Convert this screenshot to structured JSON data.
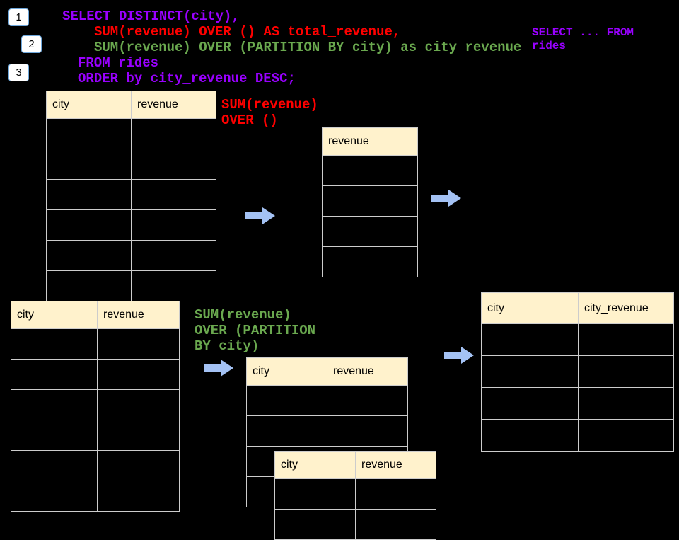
{
  "colors": {
    "background": "#000000",
    "sql_purple": "#9900ff",
    "sql_red": "#ff0000",
    "sql_green": "#6aa84f",
    "table_header_bg": "#fff2cc",
    "table_border": "#cccccc",
    "arrow_fill": "#a4c2f4"
  },
  "badges": [
    "1",
    "2",
    "3"
  ],
  "sql": {
    "line1": "SELECT DISTINCT(city),",
    "line2": "SUM(revenue) OVER () AS total_revenue,",
    "line3": "SUM(revenue) OVER (PARTITION BY city) as city_revenue",
    "line4": "FROM rides",
    "line5": "ORDER by city_revenue DESC;",
    "note_line1": "SELECT ... FROM",
    "note_line2": "rides"
  },
  "annotations": {
    "over_line1": "SUM(revenue)",
    "over_line2": "OVER ()",
    "partition_line1": "SUM(revenue)",
    "partition_line2": "OVER (PARTITION",
    "partition_line3": "BY city)"
  },
  "tables": {
    "source_top": {
      "headers": [
        "city",
        "revenue"
      ],
      "rows": 6
    },
    "total_revenue": {
      "headers": [
        "revenue"
      ],
      "rows": 4
    },
    "source_bottom": {
      "headers": [
        "city",
        "revenue"
      ],
      "rows": 6
    },
    "partition_upper": {
      "headers": [
        "city",
        "revenue"
      ],
      "rows": 4
    },
    "partition_lower": {
      "headers": [
        "city",
        "revenue"
      ],
      "rows": 2
    },
    "result": {
      "headers": [
        "city",
        "city_revenue"
      ],
      "rows": 4
    }
  }
}
